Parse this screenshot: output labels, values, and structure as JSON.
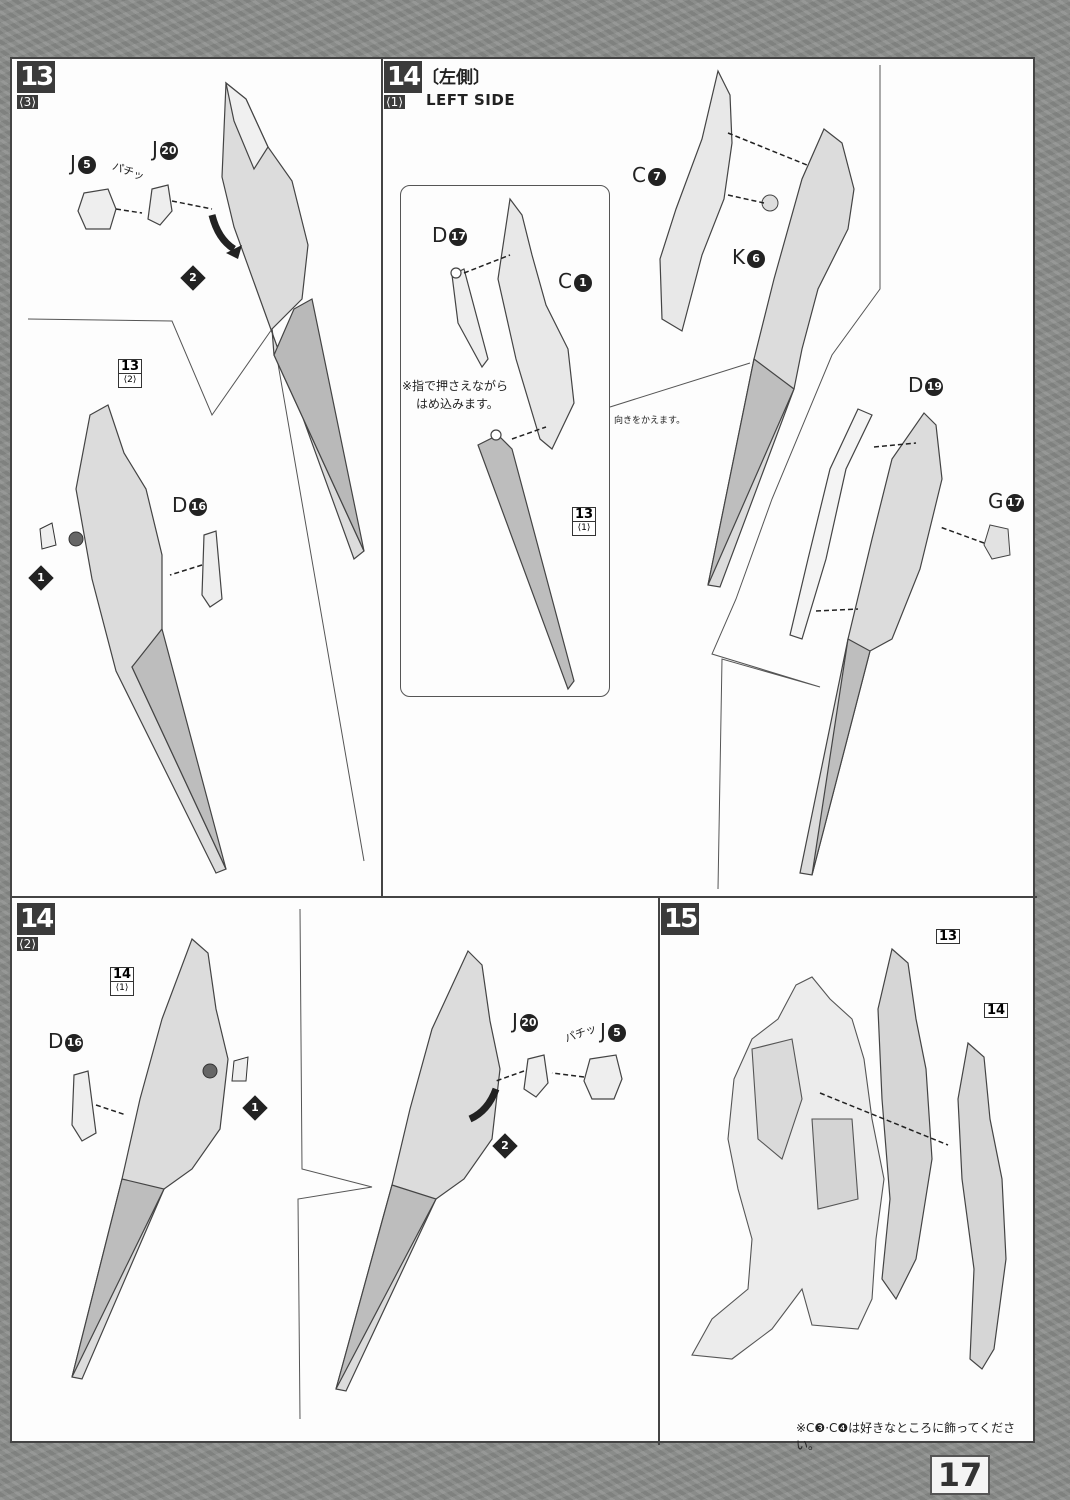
{
  "page_number": "17",
  "footnote": "※C❸·C❹は好きなところに飾ってください。",
  "steps": {
    "s13_3": {
      "number": "13",
      "sub": "⟨3⟩"
    },
    "s14_1": {
      "number": "14",
      "sub": "⟨1⟩",
      "title_jp": "〔左側〕",
      "title_en": "LEFT SIDE",
      "note_press": [
        "※指で押さえながら",
        "はめ込みます。"
      ],
      "note_turn": "向きをかえます。"
    },
    "s14_2": {
      "number": "14",
      "sub": "⟨2⟩"
    },
    "s15": {
      "number": "15"
    }
  },
  "parts": {
    "J": "J",
    "D": "D",
    "C": "C",
    "K": "K",
    "G": "G",
    "n5": "5",
    "n20": "20",
    "n16": "16",
    "n17": "17",
    "n1": "1",
    "n7": "7",
    "n6": "6",
    "n19": "19"
  },
  "refs": {
    "r13": "13",
    "r14": "14",
    "sub1": "⟨1⟩",
    "sub2": "⟨2⟩"
  },
  "sound_effect": "パチッ",
  "order": {
    "one": "1",
    "two": "2"
  }
}
